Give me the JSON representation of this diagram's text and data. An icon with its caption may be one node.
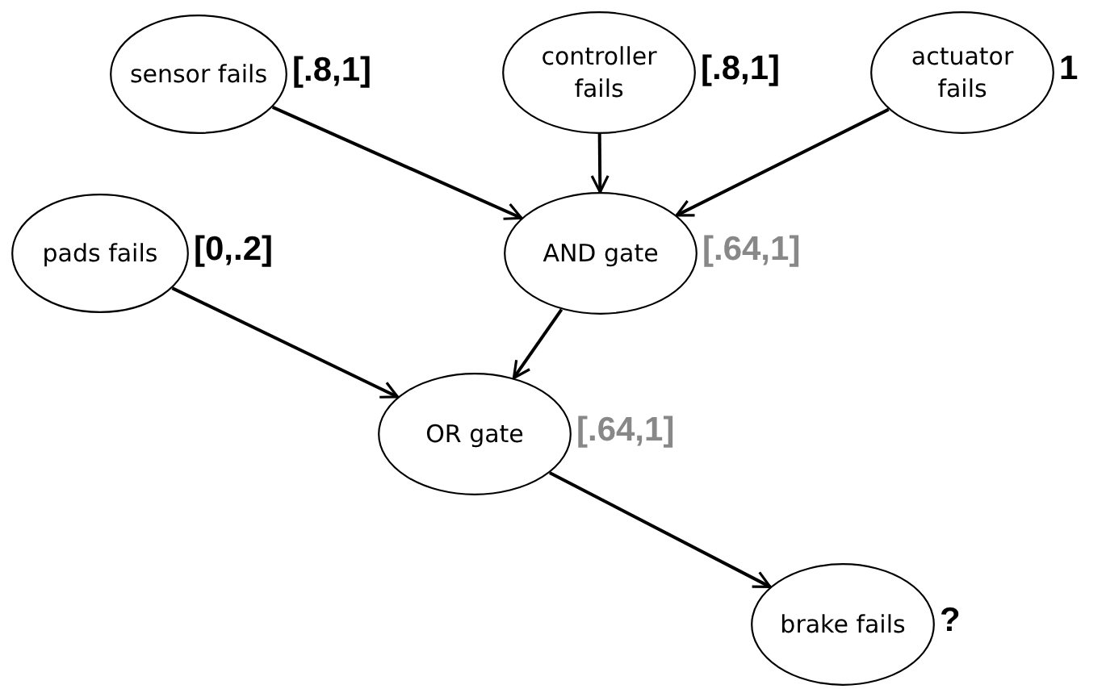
{
  "diagram": {
    "nodes": [
      {
        "text": [
          "sensor fails"
        ],
        "beside": [
          "[.8,1]"
        ]
      },
      {
        "text": [
          "controller fails"
        ],
        "beside": [
          "[.8,1]"
        ]
      },
      {
        "text": [
          "actuator fails"
        ],
        "beside": [
          "1"
        ]
      },
      {
        "text": [
          "pads fails"
        ],
        "beside": [
          "[0,.2]"
        ]
      },
      {
        "text": [
          "AND gate"
        ],
        "beside": [
          "[.64,1]"
        ]
      },
      {
        "text": [
          "OR gate"
        ],
        "beside": [
          "[.64,1]"
        ]
      },
      {
        "text": [
          "brake fails"
        ],
        "beside": [
          "?"
        ]
      }
    ],
    "edges": [
      {
        "from": 0,
        "to": 4,
        "arrow": "to"
      },
      {
        "from": 1,
        "to": 4,
        "arrow": "to"
      },
      {
        "from": 2,
        "to": 4,
        "arrow": "to"
      },
      {
        "from": 3,
        "to": 5,
        "arrow": "to"
      },
      {
        "from": 4,
        "to": 5,
        "arrow": "to"
      },
      {
        "from": 5,
        "to": 6,
        "arrow": "to"
      }
    ]
  }
}
